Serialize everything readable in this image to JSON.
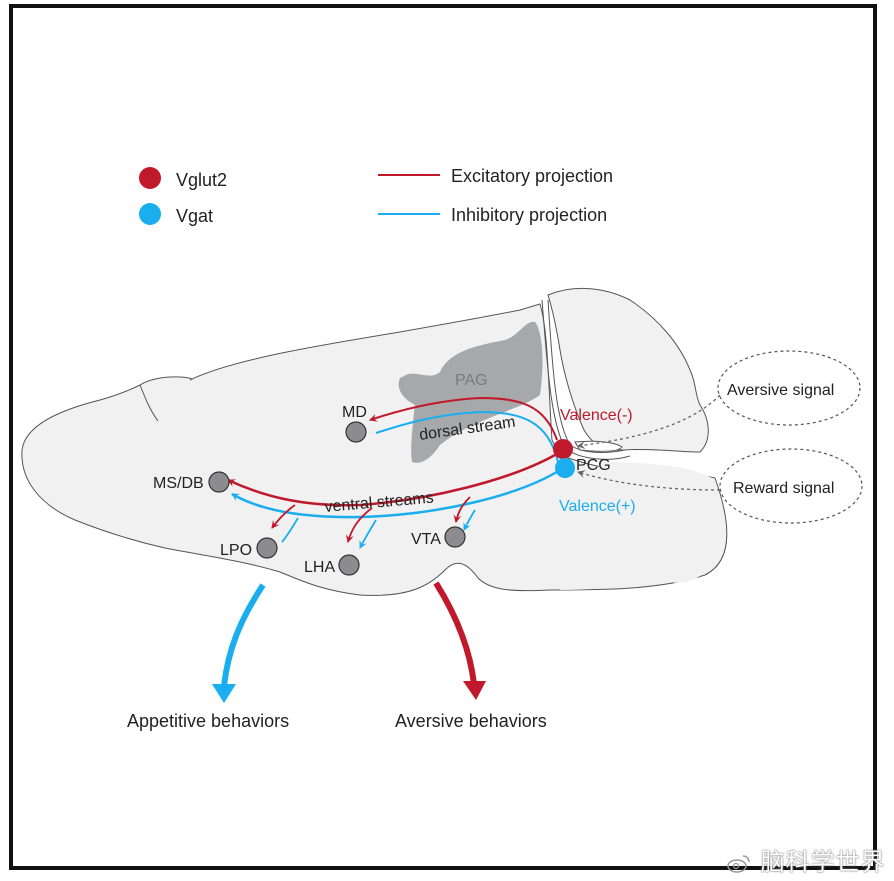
{
  "legend": {
    "cell_types": [
      {
        "label": "Vglut2",
        "color": "#c0192b"
      },
      {
        "label": "Vgat",
        "color": "#1aaeee"
      }
    ],
    "projections": [
      {
        "label": "Excitatory projection",
        "color": "#c0192b"
      },
      {
        "label": "Inhibitory projection",
        "color": "#1aaeee"
      }
    ]
  },
  "regions": {
    "pag": "PAG",
    "md": "MD",
    "msdb": "MS/DB",
    "lpo": "LPO",
    "lha": "LHA",
    "vta": "VTA",
    "pcg": "PCG"
  },
  "streams": {
    "dorsal": "dorsal stream",
    "ventral": "ventral streams"
  },
  "valence": {
    "negative": "Valence(-)",
    "positive": "Valence(+)"
  },
  "signals": {
    "aversive": "Aversive signal",
    "reward": "Reward signal"
  },
  "behaviors": {
    "appetitive": "Appetitive behaviors",
    "aversive": "Aversive behaviors"
  },
  "colors": {
    "excitatory": "#c0192b",
    "inhibitory": "#1aaeee",
    "brain_fill": "#f1f1f1",
    "pag_fill": "#a7a8aa",
    "node_fill": "#8c8c8e"
  },
  "watermark": "脑科学世界"
}
